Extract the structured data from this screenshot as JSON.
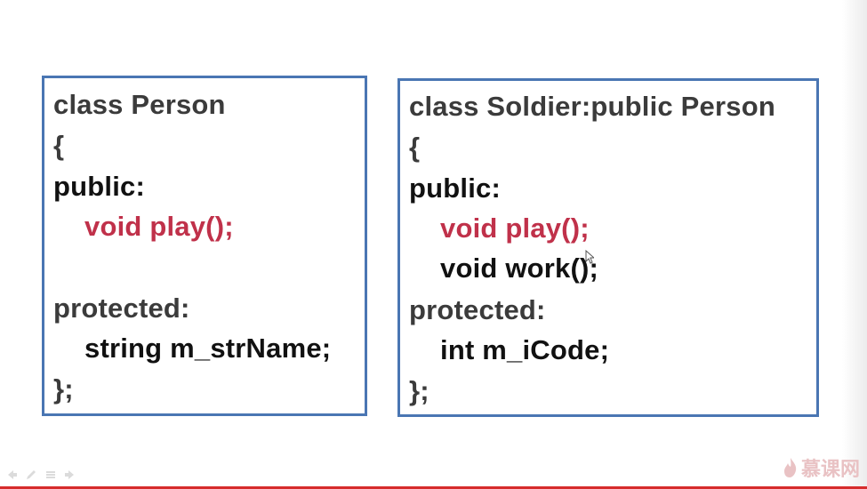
{
  "colors": {
    "border": "#4a76b3",
    "accent": "#c0314a",
    "text": "#3b3b3b"
  },
  "left_panel": {
    "lines": [
      "class Person",
      "{",
      "public:",
      "void play();",
      "protected:",
      "string m_strName;",
      "};"
    ]
  },
  "right_panel": {
    "lines": [
      "class Soldier:public Person",
      "{",
      "public:",
      "void play();",
      "void work();",
      "protected:",
      "int m_iCode;",
      "};"
    ]
  },
  "footer": {
    "logo_text": "慕课网",
    "icons": [
      "arrow-left-icon",
      "pencil-icon",
      "menu-icon",
      "arrow-right-icon"
    ],
    "progress": 1.0
  }
}
